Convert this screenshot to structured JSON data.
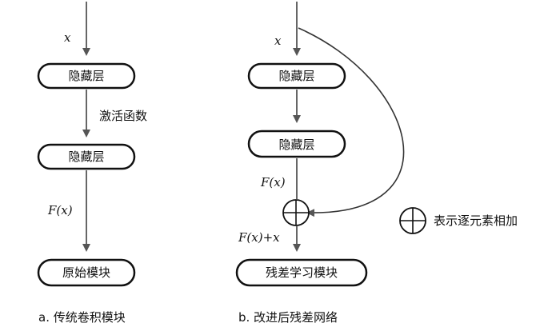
{
  "left": {
    "input_label": "x",
    "hidden1": "隐藏层",
    "activation": "激活函数",
    "hidden2": "隐藏层",
    "fx": "F(x)",
    "output": "原始模块",
    "caption": "a.  传统卷积模块"
  },
  "right": {
    "input_label": "x",
    "hidden1": "隐藏层",
    "hidden2": "隐藏层",
    "fx": "F(x)",
    "fxx": "F(x)+x",
    "output": "残差学习模块",
    "caption": "b.  改进后残差网络"
  },
  "legend": {
    "text": "表示逐元素相加"
  },
  "colors": {
    "stroke": "#111111",
    "arrow": "#666666"
  }
}
